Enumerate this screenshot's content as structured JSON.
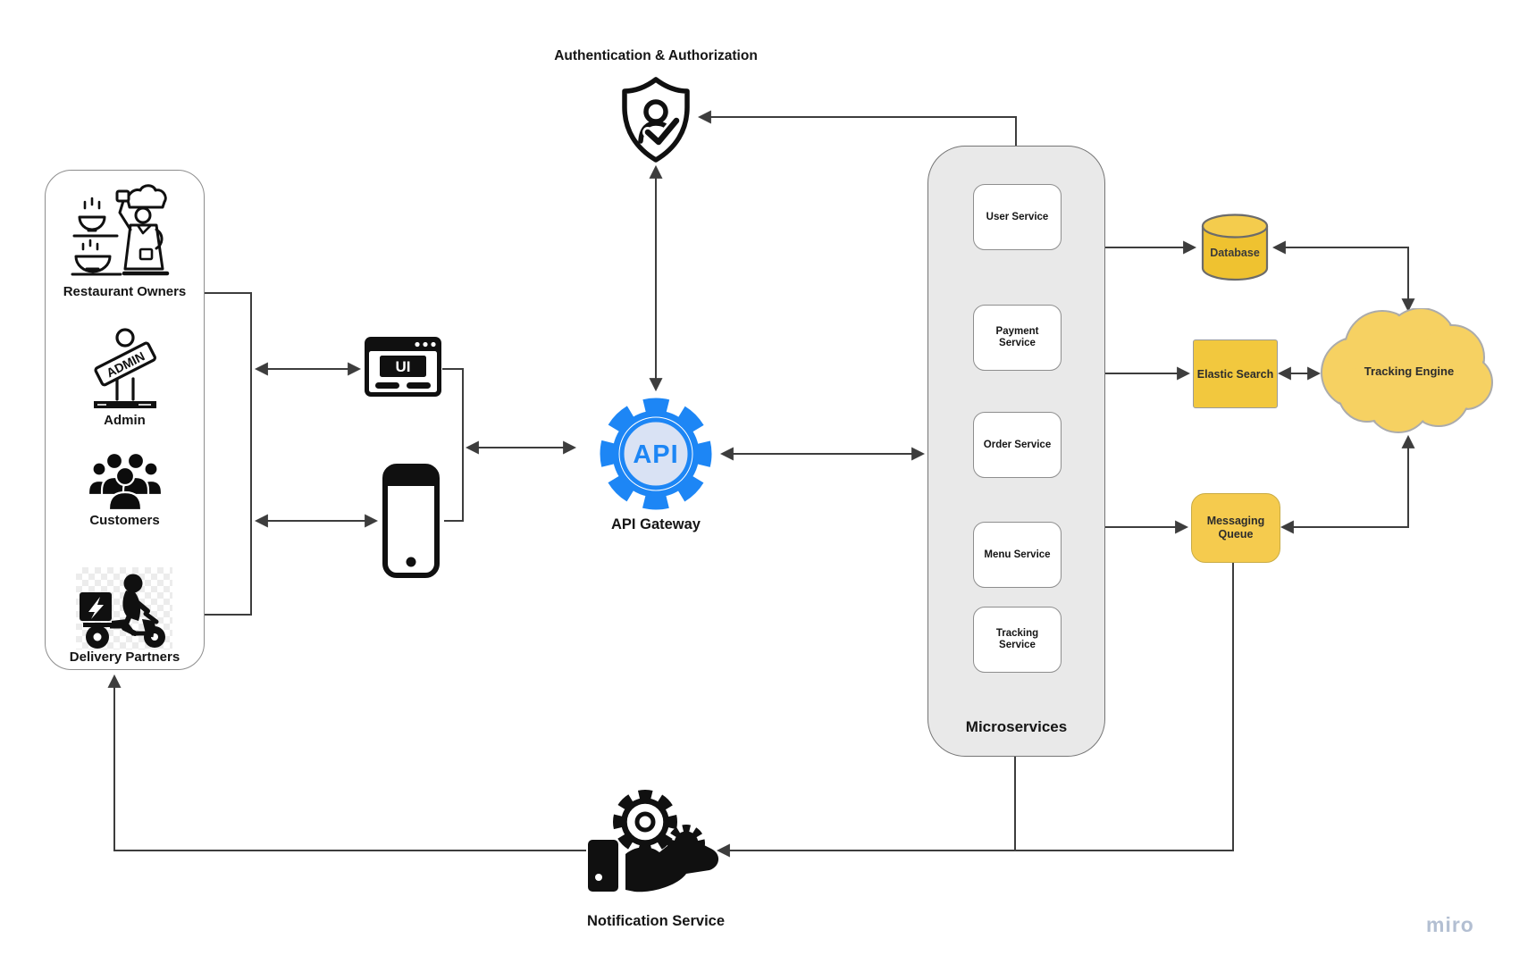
{
  "diagram": {
    "actors": {
      "items": [
        {
          "label": "Restaurant Owners"
        },
        {
          "label": "Admin"
        },
        {
          "label": "Customers"
        },
        {
          "label": "Delivery Partners"
        }
      ],
      "admin_sign_text": "ADMIN"
    },
    "clients": {
      "browser_label": "UI"
    },
    "auth": {
      "label": "Authentication & Authorization"
    },
    "gateway": {
      "label": "API Gateway",
      "core_text": "API"
    },
    "microservices": {
      "label": "Microservices",
      "services": [
        {
          "label": "User Service"
        },
        {
          "label": "Payment Service"
        },
        {
          "label": "Order Service"
        },
        {
          "label": "Menu Service"
        },
        {
          "label": "Tracking Service"
        }
      ]
    },
    "right_column": {
      "database": {
        "label": "Database"
      },
      "elastic_search": {
        "label": "Elastic Search"
      },
      "messaging_queue": {
        "label": "Messaging Queue"
      },
      "tracking_engine": {
        "label": "Tracking Engine"
      }
    },
    "notification": {
      "label": "Notification Service"
    },
    "watermark": "miro",
    "colors": {
      "accent_blue": "#1D86F5",
      "gear_inner_fill": "#D9E2F4",
      "shape_yellow": "#F2C83E",
      "database_yellow": "#EFC230",
      "queue_yellow": "#F5CB4E",
      "cloud_yellow": "#F6D162",
      "container_gray": "#E9E9E9",
      "line_gray": "#3d3d3d",
      "watermark_blue": "#B3BFD2"
    }
  }
}
